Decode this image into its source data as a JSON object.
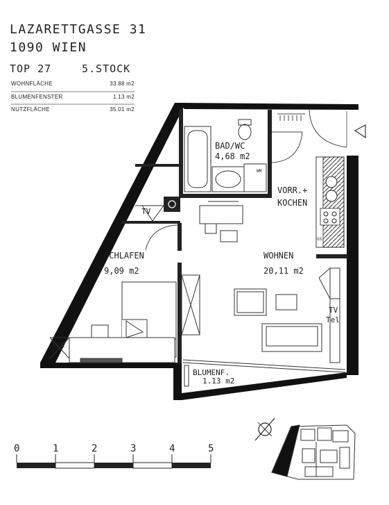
{
  "header": {
    "street": "LAZARETTGASSE 31",
    "city": "1090 WIEN",
    "unit": "TOP 27",
    "floor": "5.STOCK"
  },
  "areas": [
    {
      "label": "WOHNFLÄCHE",
      "value": "33.88 m2"
    },
    {
      "label": "BLUMENFENSTER",
      "value": "1.13 m2"
    },
    {
      "label": "NUTZFLÄCHE",
      "value": "35.01 m2"
    }
  ],
  "rooms": {
    "bad": {
      "name": "BAD/WC",
      "area": "4,68 m2"
    },
    "vorr": {
      "name1": "VORR.+",
      "name2": "KOCHEN"
    },
    "schlafen": {
      "name": "SCHLAFEN",
      "area": "9,09 m2"
    },
    "wohnen": {
      "name": "WOHNEN",
      "area": "20,11 m2"
    },
    "blumenf": {
      "name": "BLUMENF.",
      "area": "1.13 m2"
    }
  },
  "fixtures": {
    "tv": "TV",
    "tel": "Tel",
    "wm": "WM",
    "gs": "GS"
  },
  "scale": {
    "ticks": [
      "0",
      "1",
      "2",
      "3",
      "4",
      "5"
    ]
  }
}
